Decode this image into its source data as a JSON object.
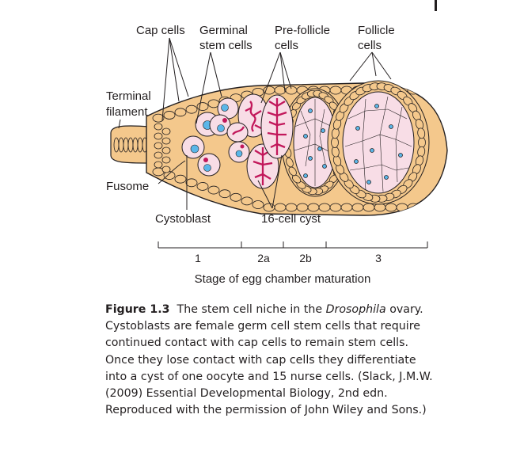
{
  "labels": {
    "cap_cells": "Cap cells",
    "germinal_line1": "Germinal",
    "germinal_line2": "stem cells",
    "prefollicle_line1": "Pre-follicle",
    "prefollicle_line2": "cells",
    "follicle_line1": "Follicle",
    "follicle_line2": "cells",
    "terminal_line1": "Terminal",
    "terminal_line2": "filament",
    "fusome": "Fusome",
    "cystoblast": "Cystoblast",
    "cyst16": "16-cell cyst"
  },
  "stages": {
    "ticks": [
      "1",
      "2a",
      "2b",
      "3"
    ],
    "axis_label": "Stage of egg chamber maturation"
  },
  "caption": {
    "figure_label": "Figure 1.3",
    "text_before_italic": "The stem cell niche in the",
    "italic": "Drosophila",
    "text_after_italic": "ovary. Cystoblasts are female germ cell stem cells that require continued contact with cap cells to remain stem cells. Once they lose contact with cap cells they differentiate into a cyst of one oocyte and 15 nurse cells. (Slack, J.M.W. (2009) Essential Developmental Biology, 2nd edn. Reproduced with the permission of John Wiley and Sons.)"
  },
  "colors": {
    "tissue": "#f4c88c",
    "outline": "#231f20",
    "cell_fill": "#f8dde6",
    "nucleus": "#5bb6e8",
    "fusome": "#c2185b"
  }
}
